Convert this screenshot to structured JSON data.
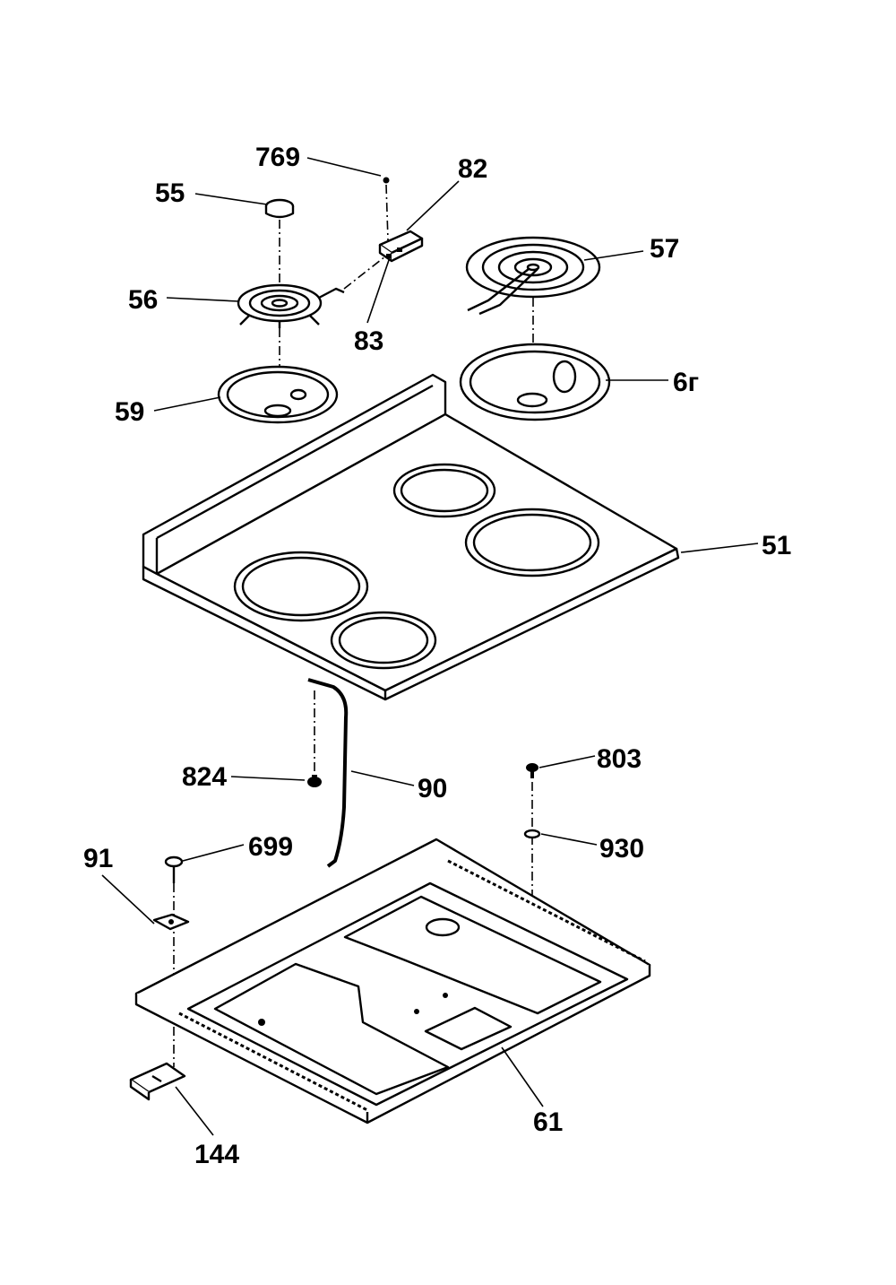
{
  "labels": {
    "p769": "769",
    "p82": "82",
    "p55": "55",
    "p57": "57",
    "p56": "56",
    "p83": "83",
    "p59": "59",
    "p60": "6г",
    "p51": "51",
    "p824": "824",
    "p90": "90",
    "p803": "803",
    "p91": "91",
    "p699": "699",
    "p930": "930",
    "p61": "61",
    "p144": "144"
  }
}
